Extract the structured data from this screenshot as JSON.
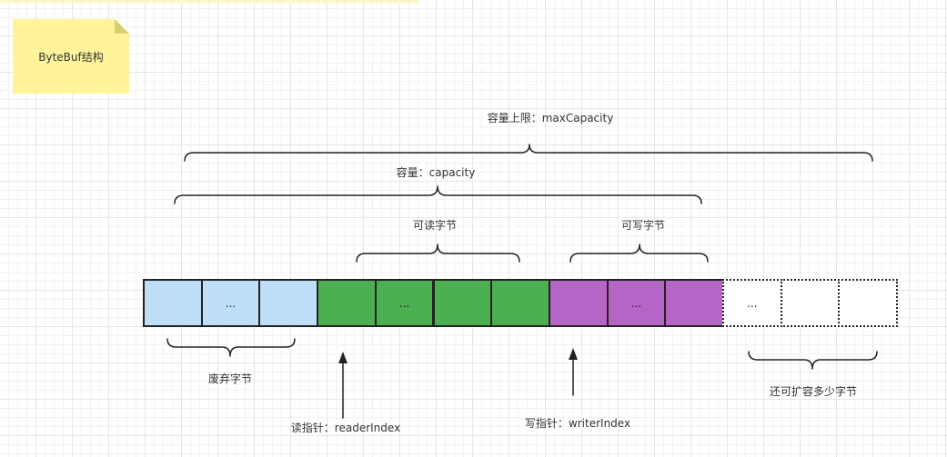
{
  "note": {
    "label": "ByteBuf结构"
  },
  "labels": {
    "max_capacity": "容量上限：maxCapacity",
    "capacity": "容量：capacity",
    "readable": "可读字节",
    "writable": "可写字节",
    "discarded": "废弃字节",
    "expandable": "还可扩容多少字节",
    "reader_index": "读指针：readerIndex",
    "writer_index": "写指针：writerIndex"
  },
  "cells": [
    {
      "group": "discarded",
      "text": ""
    },
    {
      "group": "discarded",
      "text": "..."
    },
    {
      "group": "discarded",
      "text": ""
    },
    {
      "group": "readable",
      "text": ""
    },
    {
      "group": "readable",
      "text": "..."
    },
    {
      "group": "readable",
      "text": ""
    },
    {
      "group": "readable",
      "text": ""
    },
    {
      "group": "writable",
      "text": ""
    },
    {
      "group": "writable",
      "text": "..."
    },
    {
      "group": "writable",
      "text": ""
    },
    {
      "group": "expandable",
      "text": "..."
    },
    {
      "group": "expandable",
      "text": ""
    },
    {
      "group": "expandable",
      "text": ""
    }
  ],
  "colors": {
    "discarded": "#bfdff9",
    "readable": "#4caf50",
    "writable": "#b565c6",
    "expandable": "#ffffff",
    "note": "#fff49a"
  }
}
